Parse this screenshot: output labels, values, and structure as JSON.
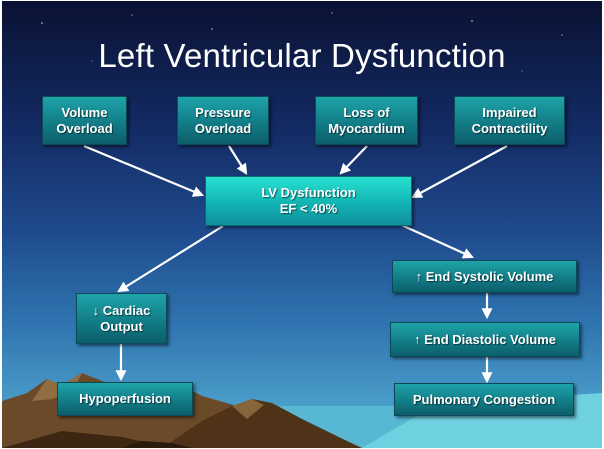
{
  "slide": {
    "title": "Left Ventricular Dysfunction",
    "causes": [
      "Volume\nOverload",
      "Pressure\nOverload",
      "Loss of\nMyocardium",
      "Impaired\nContractility"
    ],
    "center": "LV Dysfunction\nEF < 40%",
    "cardiac_output": "↓ Cardiac\nOutput",
    "hypoperfusion": "Hypoperfusion",
    "end_systolic": "↑ End Systolic Volume",
    "end_diastolic": "↑ End Diastolic Volume",
    "pulmonary": "Pulmonary Congestion"
  },
  "colors": {
    "box": "#127d87",
    "center_box": "#14b8b6",
    "arrow": "#ffffff",
    "title": "#ffffff"
  }
}
